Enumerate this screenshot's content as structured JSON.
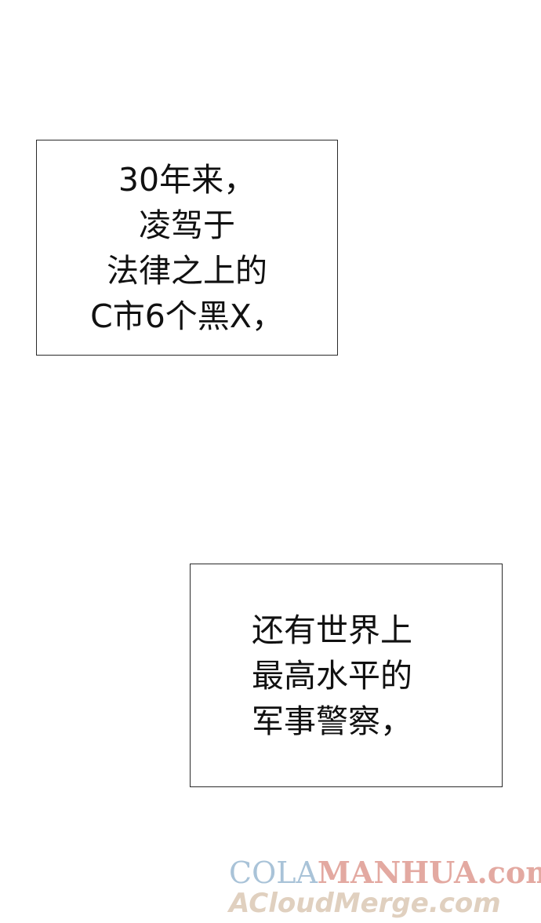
{
  "panel1": {
    "lines": [
      "30年来，",
      "凌驾于",
      "法律之上的",
      "C市6个黑X，"
    ]
  },
  "panel2": {
    "lines": [
      "还有世界上",
      "最高水平的",
      "军事警察，"
    ]
  },
  "watermark": {
    "part1": "COLA",
    "part2": "MANHUA.com",
    "line2": "ACloudMerge.com"
  }
}
